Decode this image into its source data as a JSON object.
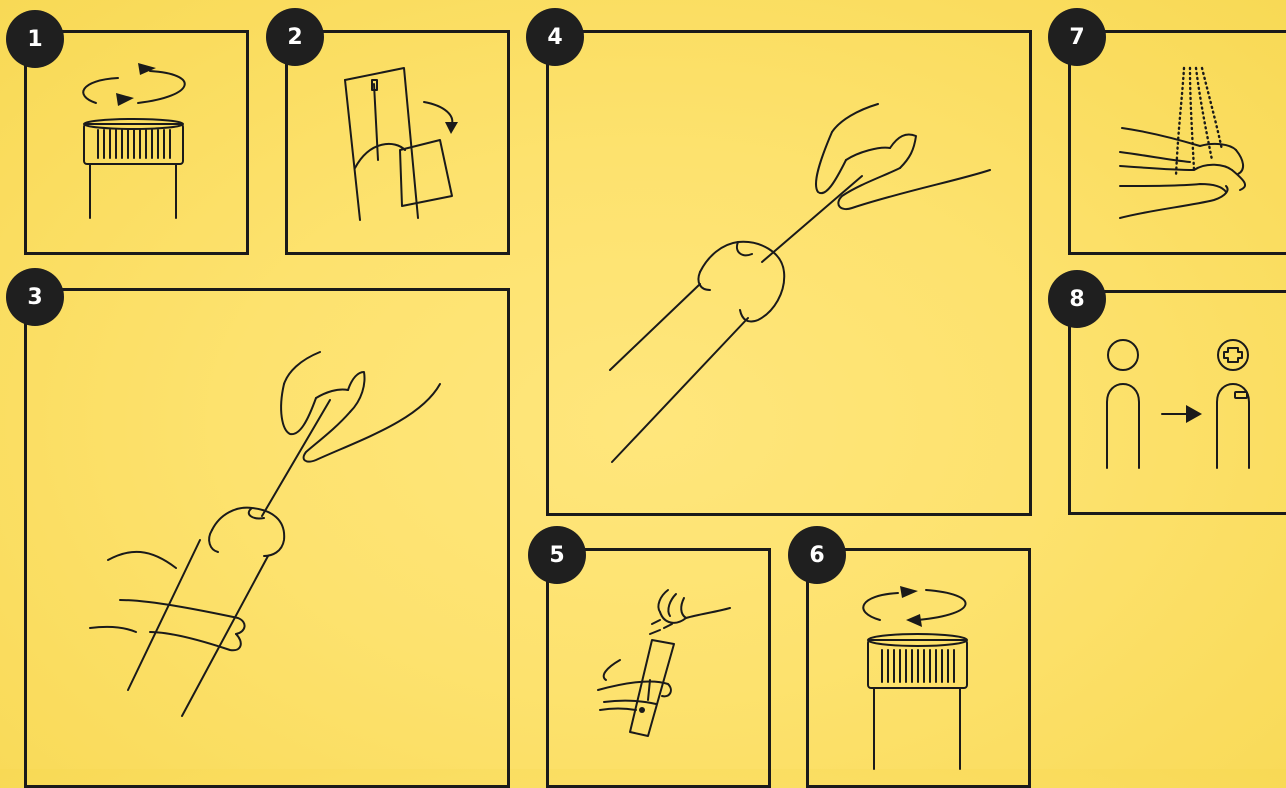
{
  "steps": [
    {
      "number": "1",
      "icon": "unscrew-cap-icon"
    },
    {
      "number": "2",
      "icon": "open-swab-package-icon"
    },
    {
      "number": "3",
      "icon": "insert-swab-icon"
    },
    {
      "number": "4",
      "icon": "remove-swab-icon"
    },
    {
      "number": "5",
      "icon": "snap-swab-in-tube-icon"
    },
    {
      "number": "6",
      "icon": "screw-cap-icon"
    },
    {
      "number": "7",
      "icon": "wash-hands-icon"
    },
    {
      "number": "8",
      "icon": "return-to-clinician-icon"
    }
  ],
  "colors": {
    "background": "#fde26e",
    "ink": "#1a1a1a",
    "badge": "#1f1f1f",
    "badge_text": "#ffffff"
  }
}
